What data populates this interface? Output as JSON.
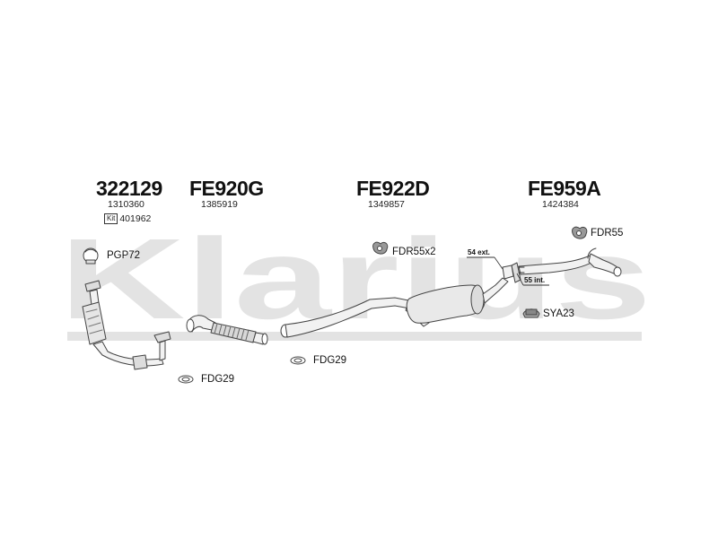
{
  "watermark": {
    "text": "Klarius"
  },
  "parts": [
    {
      "part_no": "322129",
      "ref": "1310360",
      "kit_label": "Kit",
      "kit_ref": "401962"
    },
    {
      "part_no": "FE920G",
      "ref": "1385919"
    },
    {
      "part_no": "FE922D",
      "ref": "1349857"
    },
    {
      "part_no": "FE959A",
      "ref": "1424384"
    }
  ],
  "fittings": {
    "pgp72": "PGP72",
    "fdr55x2": "FDR55x2",
    "fdr55": "FDR55",
    "sya23": "SYA23",
    "fdg29_left": "FDG29",
    "fdg29_mid": "FDG29"
  },
  "annotations": {
    "ext": "54 ext.",
    "int": "55 int."
  },
  "colors": {
    "watermark": "#e3e3e3",
    "pipe_fill": "#f2f2f2",
    "pipe_stroke": "#444444"
  }
}
